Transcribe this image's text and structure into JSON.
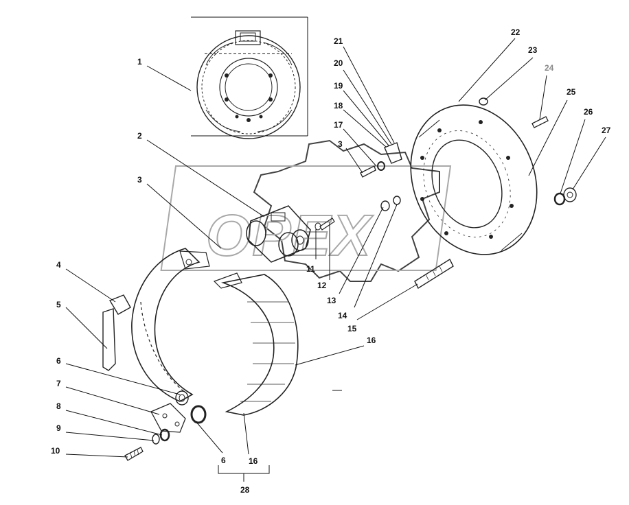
{
  "watermark": {
    "text": "OPEX"
  },
  "labels": [
    {
      "id": "1",
      "text": "1"
    },
    {
      "id": "2",
      "text": "2"
    },
    {
      "id": "3a",
      "text": "3"
    },
    {
      "id": "3b",
      "text": "3"
    },
    {
      "id": "4",
      "text": "4"
    },
    {
      "id": "5",
      "text": "5"
    },
    {
      "id": "6a",
      "text": "6"
    },
    {
      "id": "6b",
      "text": "6"
    },
    {
      "id": "7",
      "text": "7"
    },
    {
      "id": "8",
      "text": "8"
    },
    {
      "id": "9",
      "text": "9"
    },
    {
      "id": "10",
      "text": "10"
    },
    {
      "id": "11",
      "text": "11"
    },
    {
      "id": "12",
      "text": "12"
    },
    {
      "id": "13",
      "text": "13"
    },
    {
      "id": "14",
      "text": "14"
    },
    {
      "id": "15",
      "text": "15"
    },
    {
      "id": "16a",
      "text": "16"
    },
    {
      "id": "16b",
      "text": "16"
    },
    {
      "id": "17",
      "text": "17"
    },
    {
      "id": "18",
      "text": "18"
    },
    {
      "id": "19",
      "text": "19"
    },
    {
      "id": "20",
      "text": "20"
    },
    {
      "id": "21",
      "text": "21"
    },
    {
      "id": "22",
      "text": "22"
    },
    {
      "id": "23",
      "text": "23"
    },
    {
      "id": "24",
      "text": "24"
    },
    {
      "id": "25",
      "text": "25"
    },
    {
      "id": "26",
      "text": "26"
    },
    {
      "id": "27",
      "text": "27"
    },
    {
      "id": "28",
      "text": "28"
    }
  ],
  "colors": {
    "ink": "#222222",
    "watermark": "#9a9a9a",
    "muted_label": "#8a8a8a"
  }
}
